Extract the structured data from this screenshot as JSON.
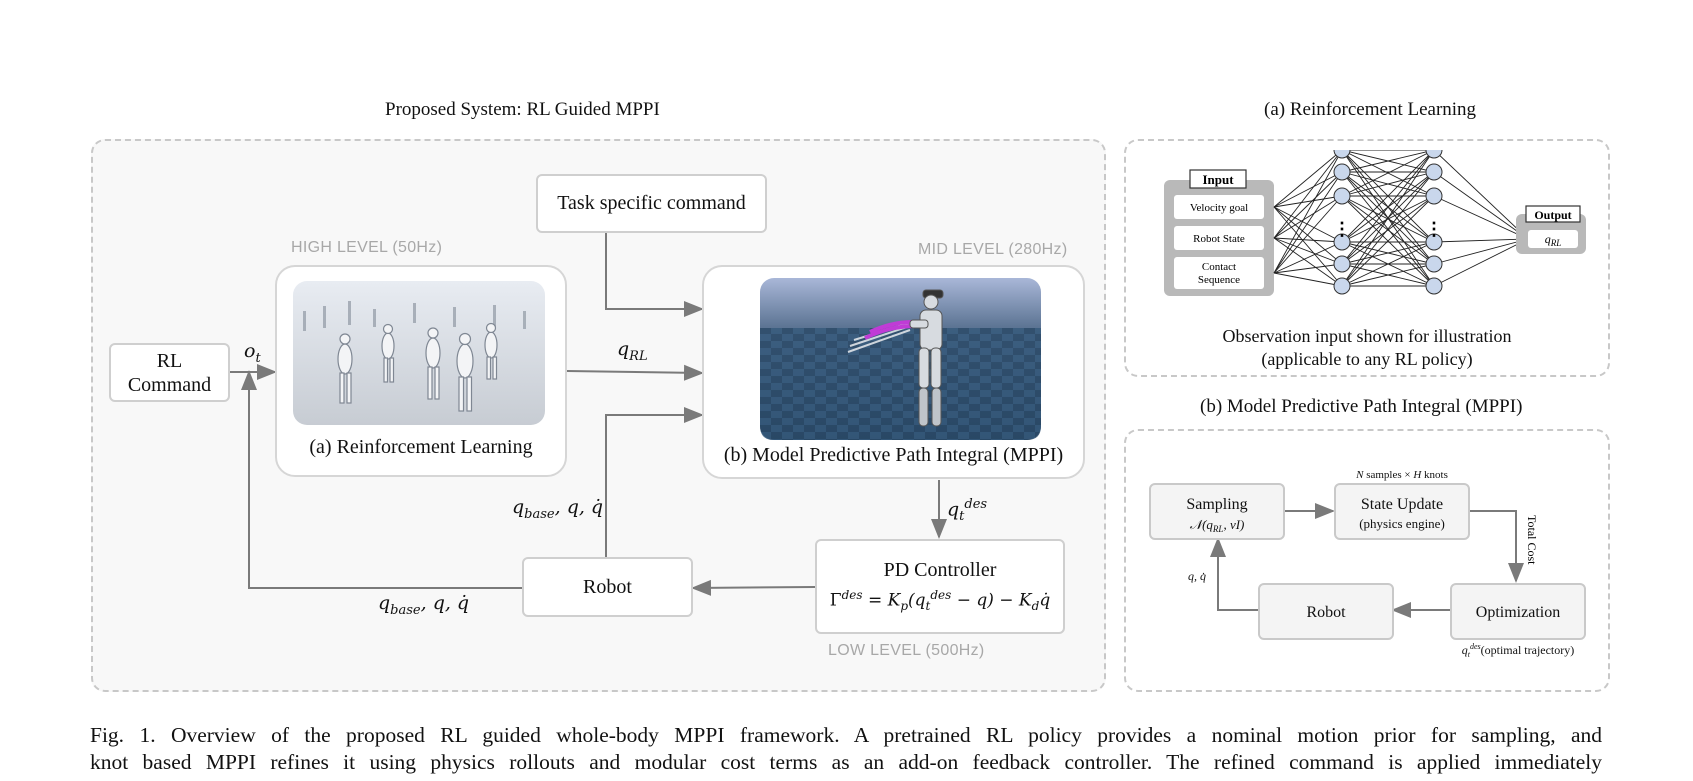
{
  "main_diagram": {
    "title": "Proposed System: RL Guided MPPI",
    "rl_command": [
      "RL",
      "Command"
    ],
    "task_command": "Task specific command",
    "high_level": "HIGH LEVEL (50Hz)",
    "mid_level": "MID LEVEL (280Hz)",
    "low_level": "LOW LEVEL (500Hz)",
    "rl_caption": "(a) Reinforcement Learning",
    "mppi_caption": "(b) Model Predictive Path Integral (MPPI)",
    "robot": "Robot",
    "pd_controller": "PD Controller",
    "pd_equation": "Γ^des = K_p(q_t^des − q) − K_d q̇",
    "signals": {
      "obs": "o_t",
      "q_rl": "q_RL",
      "q_feedback": "q_base, q, q̇",
      "q_des": "q_t^des"
    }
  },
  "rl_panel": {
    "title": "(a) Reinforcement Learning",
    "input_label": "Input",
    "inputs": [
      "Velocity goal",
      "Robot State",
      "Contact Sequence"
    ],
    "output_label": "Output",
    "output_value": "q_RL",
    "note_line1": "Observation input shown for illustration",
    "note_line2": "(applicable to any RL policy)"
  },
  "mppi_panel": {
    "title": "(b) Model Predictive Path Integral (MPPI)",
    "samples_label": "N samples × H knots",
    "sampling": "Sampling",
    "sampling_dist": "𝒩(q_RL, νI)",
    "state_update": "State Update",
    "state_update_sub": "(physics engine)",
    "total_cost": "Total Cost",
    "optimization": "Optimization",
    "robot": "Robot",
    "feedback": "q, q̇",
    "optimal": "q_t^des(optimal trajectory)"
  },
  "caption": {
    "line1": "Fig. 1.   Overview of the proposed RL guided whole-body MPPI framework. A pretrained RL policy provides a nominal motion prior for sampling, and",
    "line2": "knot based MPPI refines it using physics rollouts and modular cost terms as an add-on feedback controller. The refined command is applied immediately"
  },
  "colors": {
    "dashed_border": "#c8c8c8",
    "arrow": "#7a7a7a",
    "level_text": "#a8a8a8",
    "node_fill": "#c9d7ec",
    "panel_grey": "#b9b9b9"
  }
}
